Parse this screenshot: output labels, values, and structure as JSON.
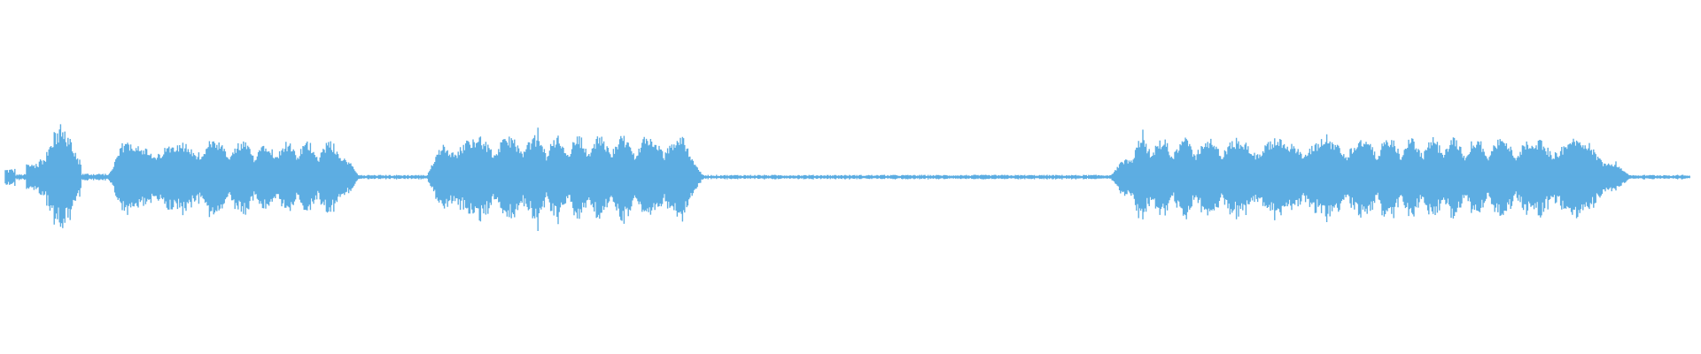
{
  "waveform": {
    "color": "#5dade2",
    "background": "#ffffff",
    "duration_segments": [
      {
        "start": 0.0,
        "end": 0.006,
        "level": 0.12,
        "texture": "noise"
      },
      {
        "start": 0.006,
        "end": 0.012,
        "level": 0.04,
        "texture": "noise"
      },
      {
        "start": 0.012,
        "end": 0.045,
        "level": 0.75,
        "texture": "burst"
      },
      {
        "start": 0.045,
        "end": 0.06,
        "level": 0.05,
        "texture": "noise"
      },
      {
        "start": 0.06,
        "end": 0.21,
        "level": 0.5,
        "texture": "voice"
      },
      {
        "start": 0.21,
        "end": 0.25,
        "level": 0.01,
        "texture": "silence"
      },
      {
        "start": 0.25,
        "end": 0.415,
        "level": 0.58,
        "texture": "voice"
      },
      {
        "start": 0.415,
        "end": 0.655,
        "level": 0.005,
        "texture": "silence"
      },
      {
        "start": 0.655,
        "end": 0.965,
        "level": 0.55,
        "texture": "voice"
      },
      {
        "start": 0.965,
        "end": 1.0,
        "level": 0.01,
        "texture": "silence"
      }
    ]
  }
}
